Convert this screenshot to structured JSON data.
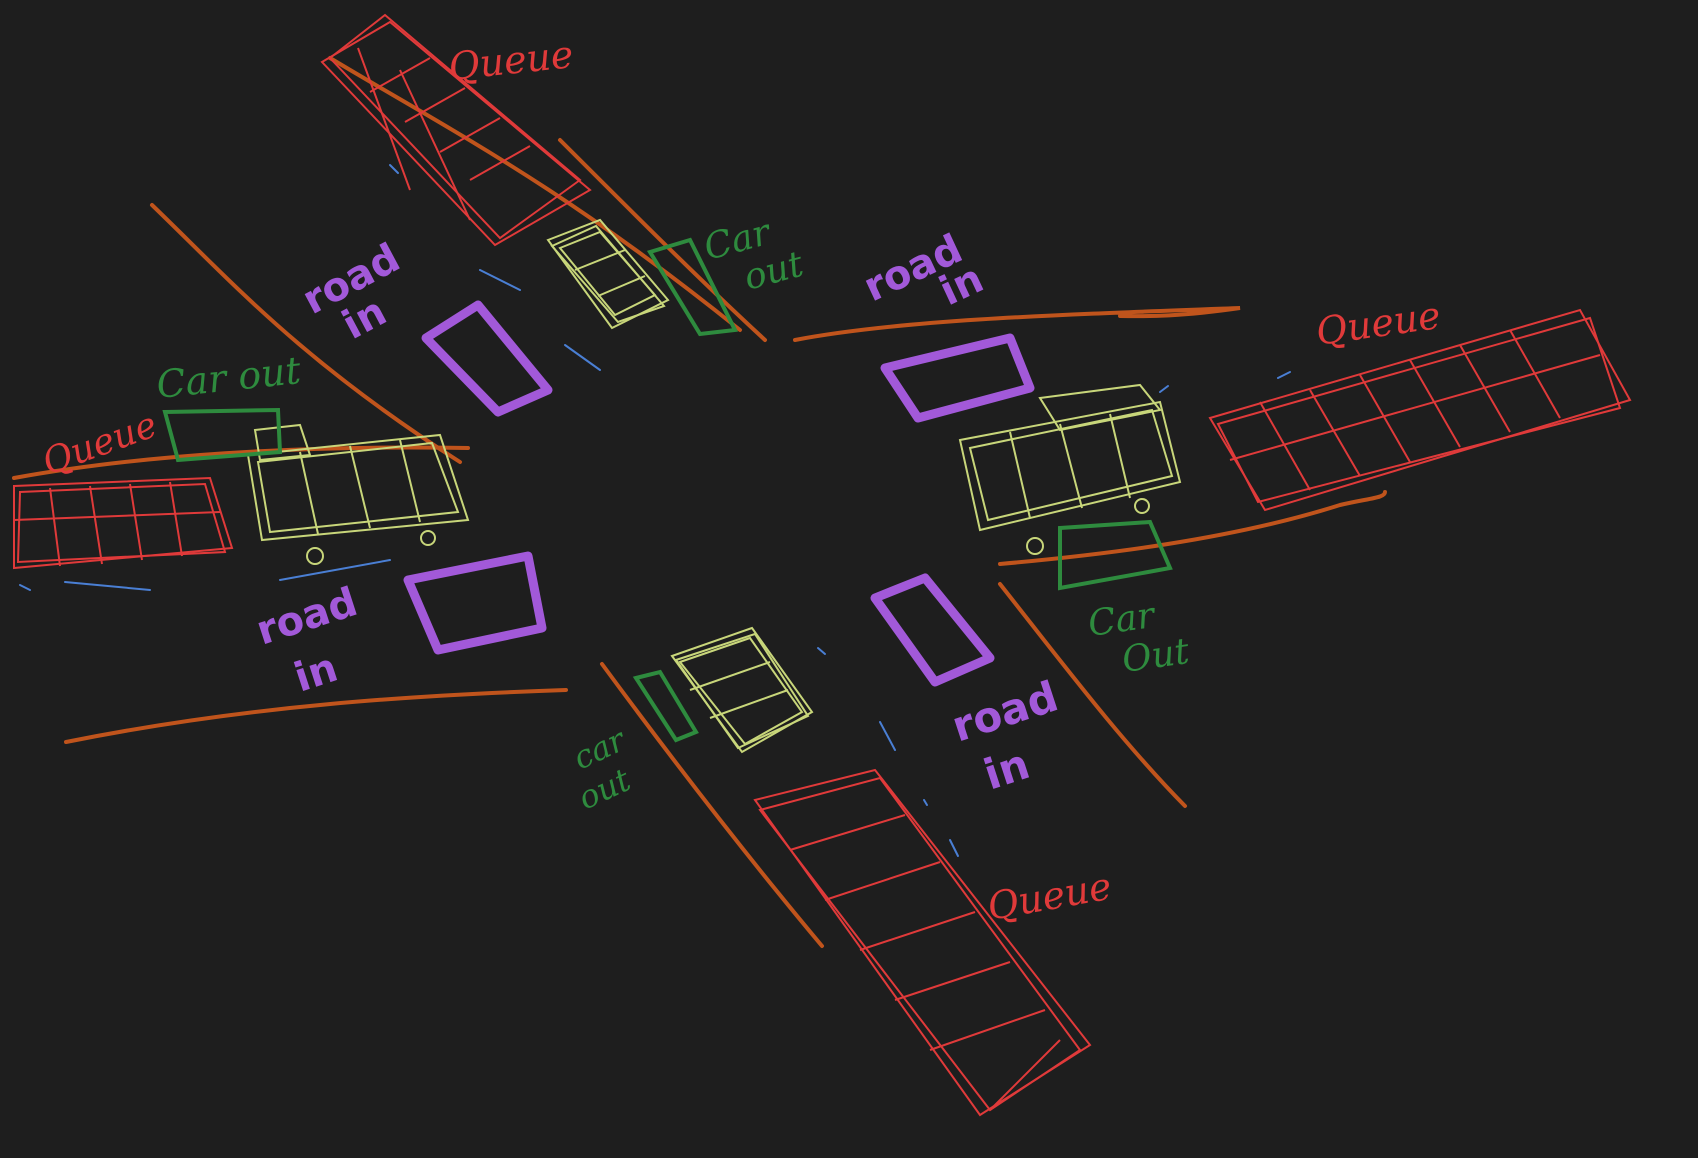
{
  "colors": {
    "background": "#1e1e1e",
    "road_edge": "#c0541c",
    "queue": "#e03a3a",
    "car": "#c8d67a",
    "car_out": "#2e8b3e",
    "road_in": "#a259d9",
    "lane_mark": "#4a7fd4"
  },
  "labels": {
    "queue_top": "Queue",
    "queue_right": "Queue",
    "queue_bottom": "Queue",
    "queue_left": "Queue",
    "car_out_top_1": "Car",
    "car_out_top_2": "out",
    "car_out_left": "Car out",
    "car_out_right_1": "Car",
    "car_out_right_2": "Out",
    "car_out_bottom_1": "car",
    "car_out_bottom_2": "out",
    "road_in_tl_1": "road",
    "road_in_tl_2": "in",
    "road_in_tr_1": "road",
    "road_in_tr_2": "in",
    "road_in_bl_1": "road",
    "road_in_bl_2": "in",
    "road_in_br_1": "road",
    "road_in_br_2": "in"
  }
}
